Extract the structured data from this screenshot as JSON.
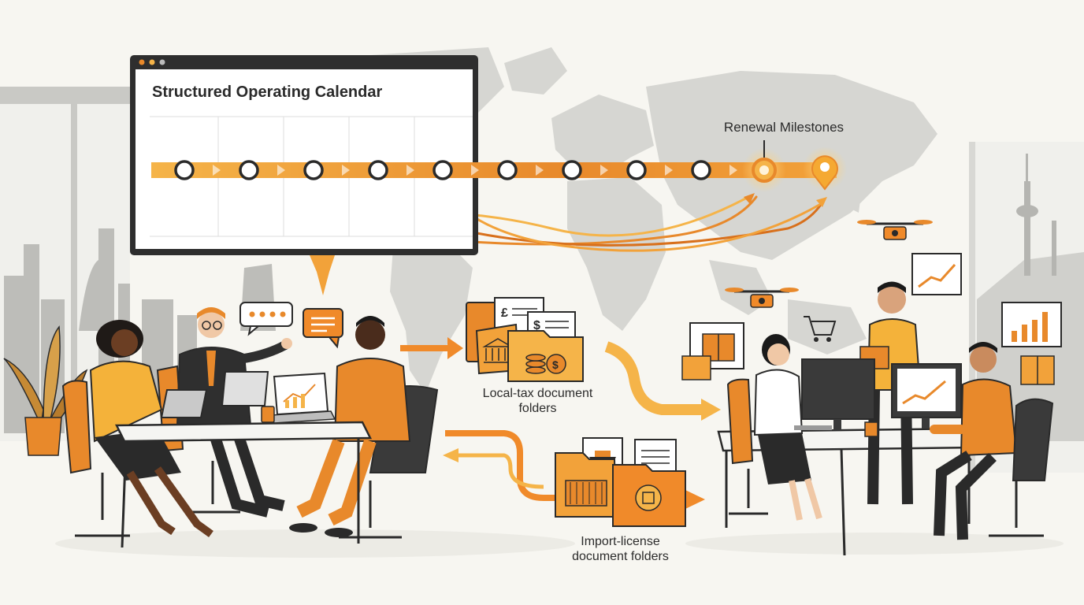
{
  "calendar": {
    "title": "Structured Operating Calendar",
    "regular_milestones": 9,
    "highlighted_milestones": 1,
    "pin_markers": 1
  },
  "labels": {
    "renewal": "Renewal Milestones",
    "local_tax": "Local-tax document folders",
    "import_license": "Import-license document folders"
  },
  "icons": [
    "window-dots-icon",
    "speech-bubble-icon",
    "message-icon",
    "laptop-chart-icon",
    "pound-document-icon",
    "dollar-document-icon",
    "bank-folder-icon",
    "coins-folder-icon",
    "ship-document-icon",
    "container-folder-icon",
    "seal-folder-icon",
    "drone-icon",
    "shopping-cart-icon",
    "parcel-icon",
    "growth-chart-icon",
    "map-pin-icon",
    "plant-icon",
    "coffee-cup-icon",
    "tower-icon"
  ],
  "colors": {
    "accent_orange": "#e8892b",
    "light_orange": "#f5b449",
    "dark_orange": "#d8701c",
    "ink": "#2a2a2a",
    "map_gray": "#d6d6d2",
    "background": "#f7f6f1"
  }
}
